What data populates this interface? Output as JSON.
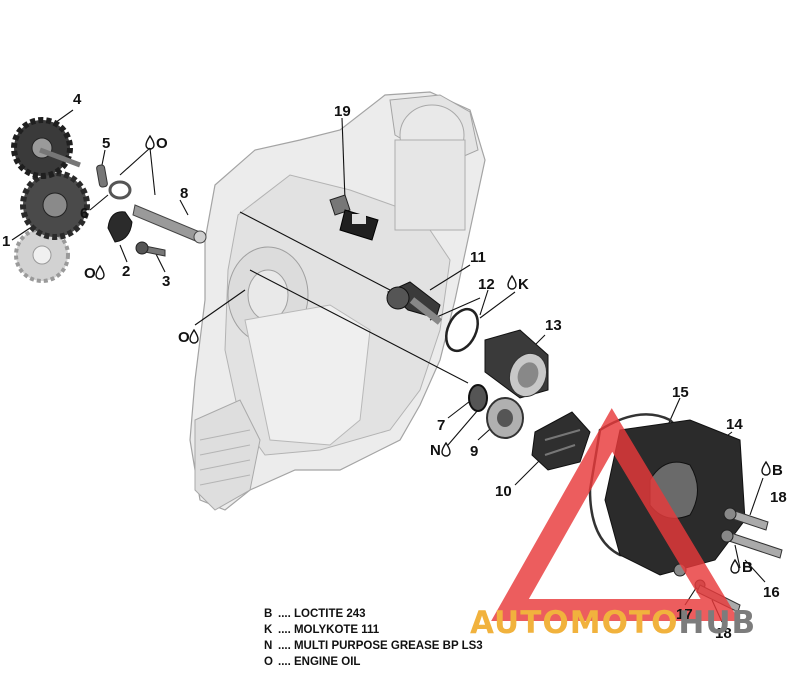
{
  "callouts": [
    {
      "id": "c1",
      "text": "1"
    },
    {
      "id": "c2",
      "text": "2"
    },
    {
      "id": "c3",
      "text": "3"
    },
    {
      "id": "c4",
      "text": "4"
    },
    {
      "id": "c5",
      "text": "5"
    },
    {
      "id": "c6",
      "text": "6"
    },
    {
      "id": "c7",
      "text": "7"
    },
    {
      "id": "c8",
      "text": "8"
    },
    {
      "id": "c9",
      "text": "9"
    },
    {
      "id": "c10",
      "text": "10"
    },
    {
      "id": "c11",
      "text": "11"
    },
    {
      "id": "c12",
      "text": "12"
    },
    {
      "id": "c13",
      "text": "13"
    },
    {
      "id": "c14",
      "text": "14"
    },
    {
      "id": "c15",
      "text": "15"
    },
    {
      "id": "c16",
      "text": "16"
    },
    {
      "id": "c17",
      "text": "17"
    },
    {
      "id": "c18a",
      "text": "18"
    },
    {
      "id": "c18b",
      "text": "18"
    },
    {
      "id": "c19",
      "text": "19"
    }
  ],
  "lube_marks": [
    {
      "id": "m-o-top",
      "text": "O"
    },
    {
      "id": "m-o-left",
      "text": "O"
    },
    {
      "id": "m-o-mid",
      "text": "O"
    },
    {
      "id": "m-k",
      "text": "K"
    },
    {
      "id": "m-n",
      "text": "N"
    },
    {
      "id": "m-b-top",
      "text": "B"
    },
    {
      "id": "m-b-mid",
      "text": "B"
    }
  ],
  "legend": [
    {
      "code": "B",
      "text": ".... LOCTITE 243"
    },
    {
      "code": "K",
      "text": ".... MOLYKOTE 111"
    },
    {
      "code": "N",
      "text": ".... MULTI PURPOSE GREASE BP LS3"
    },
    {
      "code": "O",
      "text": ".... ENGINE OIL"
    }
  ],
  "watermark": {
    "part1": "AUTO",
    "part2": "MOTO",
    "part3": "HUB"
  },
  "colors": {
    "ink": "#111111",
    "housing": "#e6e6e6",
    "housing_edge": "#9a9a9a",
    "part_dark": "#2e2e2e",
    "part_mid": "#6d6d6d",
    "watermark_red": "#e8393a",
    "watermark_orange": "#f1b23d",
    "watermark_gray": "#7c7c7c"
  }
}
